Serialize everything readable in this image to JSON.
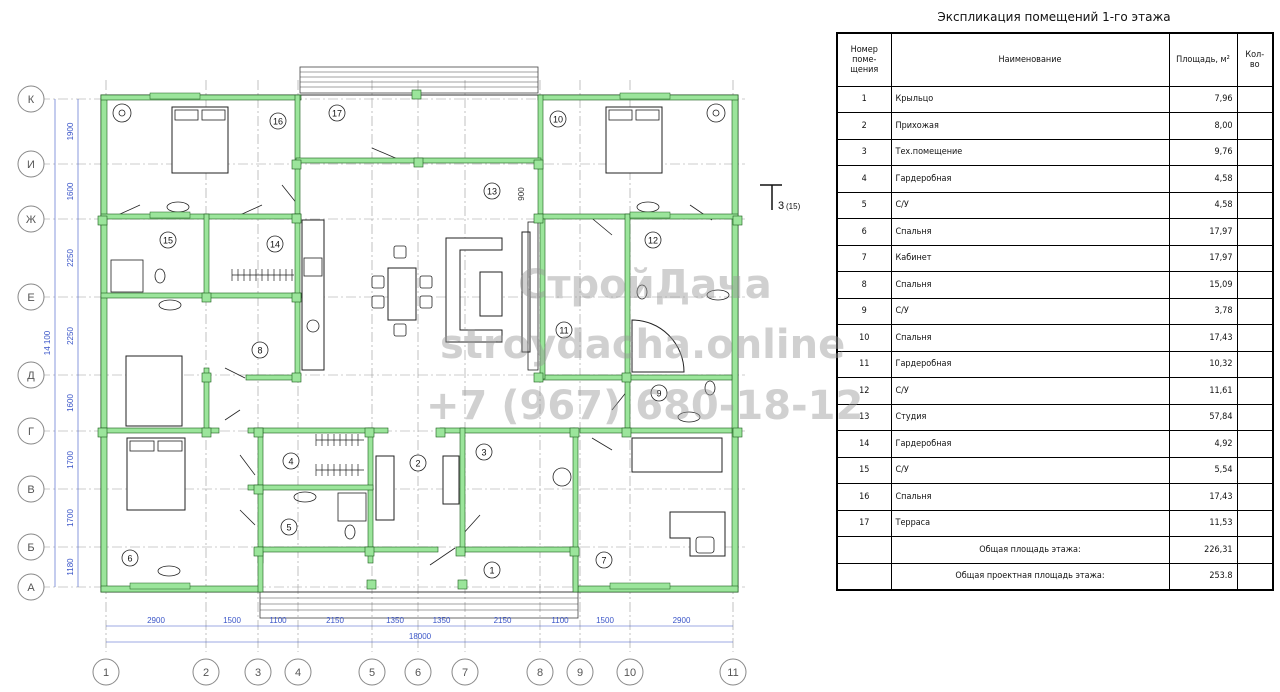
{
  "spec": {
    "title": "Экспликация помещений 1-го этажа",
    "headers": {
      "num": "Номер поме-щения",
      "name": "Наименование",
      "area": "Площадь, м²",
      "qty": "Кол-во"
    },
    "rows": [
      {
        "n": "1",
        "name": "Крыльцо",
        "area": "7,96"
      },
      {
        "n": "2",
        "name": "Прихожая",
        "area": "8,00"
      },
      {
        "n": "3",
        "name": "Тех.помещение",
        "area": "9,76"
      },
      {
        "n": "4",
        "name": "Гардеробная",
        "area": "4,58"
      },
      {
        "n": "5",
        "name": "С/У",
        "area": "4,58"
      },
      {
        "n": "6",
        "name": "Спальня",
        "area": "17,97"
      },
      {
        "n": "7",
        "name": "Кабинет",
        "area": "17,97"
      },
      {
        "n": "8",
        "name": "Спальня",
        "area": "15,09"
      },
      {
        "n": "9",
        "name": "С/У",
        "area": "3,78"
      },
      {
        "n": "10",
        "name": "Спальня",
        "area": "17,43"
      },
      {
        "n": "11",
        "name": "Гардеробная",
        "area": "10,32"
      },
      {
        "n": "12",
        "name": "С/У",
        "area": "11,61"
      },
      {
        "n": "13",
        "name": "Студия",
        "area": "57,84"
      },
      {
        "n": "14",
        "name": "Гардеробная",
        "area": "4,92"
      },
      {
        "n": "15",
        "name": "С/У",
        "area": "5,54"
      },
      {
        "n": "16",
        "name": "Спальня",
        "area": "17,43"
      },
      {
        "n": "17",
        "name": "Терраса",
        "area": "11,53"
      }
    ],
    "total_label": "Общая площадь этажа:",
    "total_value": "226,31",
    "project_label": "Общая проектная площадь этажа:",
    "project_value": "253.8"
  },
  "watermark": {
    "line1": "СтройДача",
    "line2": "stroydacha.online",
    "line3": "+7 (967) 680-18-12"
  },
  "plan": {
    "row_axes": [
      "К",
      "И",
      "Ж",
      "Е",
      "Д",
      "Г",
      "В",
      "Б",
      "А"
    ],
    "col_axes": [
      "1",
      "2",
      "3",
      "4",
      "5",
      "6",
      "7",
      "8",
      "9",
      "10",
      "11"
    ],
    "row_dims": [
      "1900",
      "1600",
      "2250",
      "2250",
      "1600",
      "1700",
      "1700",
      "1180"
    ],
    "row_total": "14 100",
    "col_dims": [
      "2900",
      "1500",
      "1100",
      "2150",
      "1350",
      "1350",
      "2150",
      "1100",
      "1500",
      "2900"
    ],
    "col_total": "18000",
    "section_mark": "3",
    "section_ref": "(15)",
    "dim_900": "900",
    "room_labels": [
      "1",
      "2",
      "3",
      "4",
      "5",
      "6",
      "7",
      "8",
      "9",
      "10",
      "11",
      "12",
      "13",
      "14",
      "15",
      "16",
      "17"
    ],
    "colors": {
      "wall": "#9be59b",
      "wall_stroke": "#1c5c1c",
      "axis": "#999999",
      "dim": "#3a55c8"
    }
  }
}
